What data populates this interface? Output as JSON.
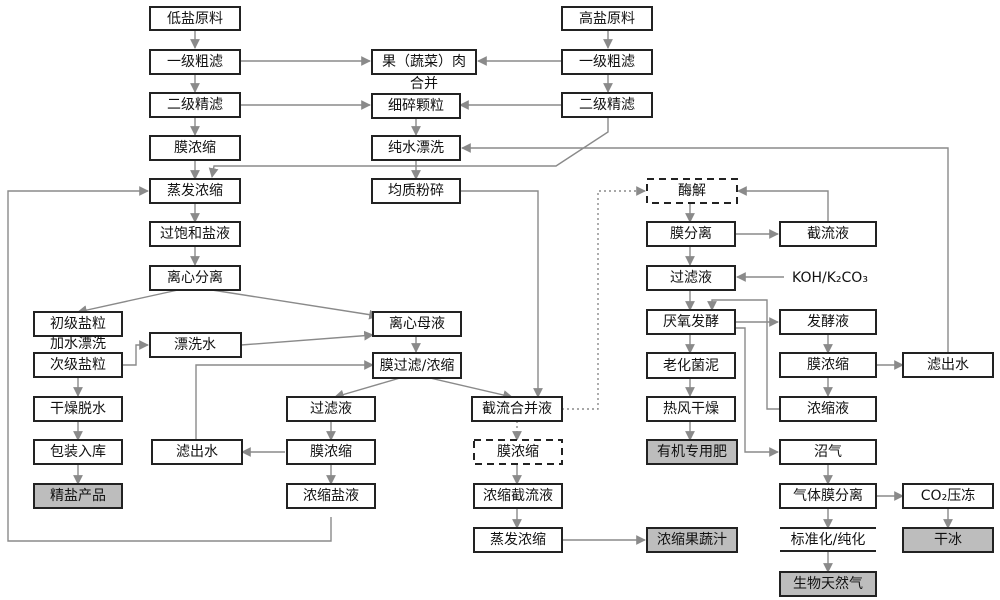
{
  "boxes": {
    "low_salt": "低盐原料",
    "high_salt": "高盐原料",
    "coarse_filter_left": "一级粗滤",
    "coarse_filter_right": "一级粗滤",
    "fruit_pulp_line1": "果（蔬菜）肉",
    "fruit_pulp_line2": "合并",
    "fine_filter_left": "二级精滤",
    "fine_filter_right": "二级精滤",
    "fine_particles": "细碎颗粒",
    "membrane_conc_top": "膜浓缩",
    "pure_water_rinse": "纯水漂洗",
    "evaporation_conc": "蒸发浓缩",
    "homogenize": "均质粉碎",
    "supersat_brine": "过饱和盐液",
    "centrifuge": "离心分离",
    "primary_salt": "初级盐粒",
    "add_water_rinse": "加水漂洗",
    "secondary_salt": "次级盐粒",
    "rinse_water": "漂洗水",
    "centrifuge_mother": "离心母液",
    "membrane_filter_conc": "膜过滤/浓缩",
    "dry_dewater": "干燥脱水",
    "filtrate": "过滤液",
    "retentate_merge": "截流合并液",
    "package": "包装入库",
    "filtered_water_left": "滤出水",
    "membrane_conc_mid": "膜浓缩",
    "membrane_conc_dashed": "膜浓缩",
    "refined_salt": "精盐产品",
    "conc_brine": "浓缩盐液",
    "conc_retentate": "浓缩截流液",
    "evap_conc_bottom": "蒸发浓缩",
    "conc_juice": "浓缩果蔬汁",
    "enzymolysis": "酶解",
    "membrane_sep": "膜分离",
    "retentate": "截流液",
    "filtered_liquid": "过滤液",
    "koh_text": "KOH/K₂CO₃",
    "anaerobic_ferm": "厌氧发酵",
    "ferm_liquid": "发酵液",
    "aging_sludge": "老化菌泥",
    "membrane_conc_right": "膜浓缩",
    "filtered_water_right": "滤出水",
    "hot_air_dry": "热风干燥",
    "conc_liquid": "浓缩液",
    "organic_fertilizer": "有机专用肥",
    "biogas": "沼气",
    "gas_membrane_sep": "气体膜分离",
    "co2_freeze": "CO₂压冻",
    "standardize": "标准化/纯化",
    "dry_ice": "干冰",
    "bio_natural_gas": "生物天然气"
  },
  "colors": {
    "shaded_box": "#bdbdbd",
    "connector": "#8a8a8a",
    "border": "#222222"
  }
}
